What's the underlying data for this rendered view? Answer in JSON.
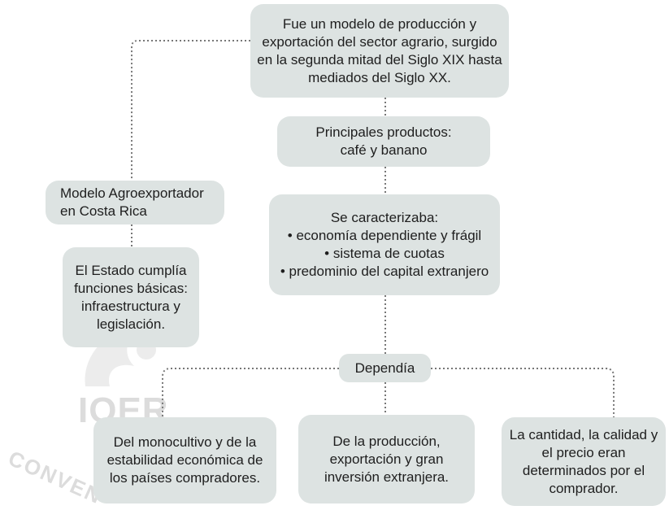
{
  "watermark": {
    "logo_text": "IOER",
    "caption": "CONVEN"
  },
  "nodes": {
    "definition": {
      "lines": [
        "Fue un modelo de producción y",
        "exportación del sector agrario, surgido",
        "en la segunda mitad del Siglo XIX hasta",
        "mediados del Siglo XX."
      ]
    },
    "products": {
      "lines": [
        "Principales productos:",
        "café y banano"
      ]
    },
    "title": {
      "lines": [
        "Modelo Agroexportador",
        "en Costa Rica"
      ]
    },
    "state": {
      "lines": [
        "El Estado cumplía",
        "funciones básicas:",
        "infraestructura y",
        "legislación."
      ]
    },
    "characteristics": {
      "lines": [
        "Se caracterizaba:",
        "•  economía dependiente y frágil",
        "•  sistema de cuotas",
        "•  predominio del capital extranjero"
      ]
    },
    "dependence": {
      "lines": [
        "Dependía"
      ]
    },
    "dep_monoculture": {
      "lines": [
        "Del monocultivo y de la",
        "estabilidad económica de",
        "los países compradores."
      ]
    },
    "dep_production": {
      "lines": [
        "De la producción,",
        "exportación y gran",
        "inversión extranjera."
      ]
    },
    "dep_buyer": {
      "lines": [
        "La cantidad, la calidad y",
        "el precio eran",
        "determinados por el",
        "comprador."
      ]
    }
  }
}
